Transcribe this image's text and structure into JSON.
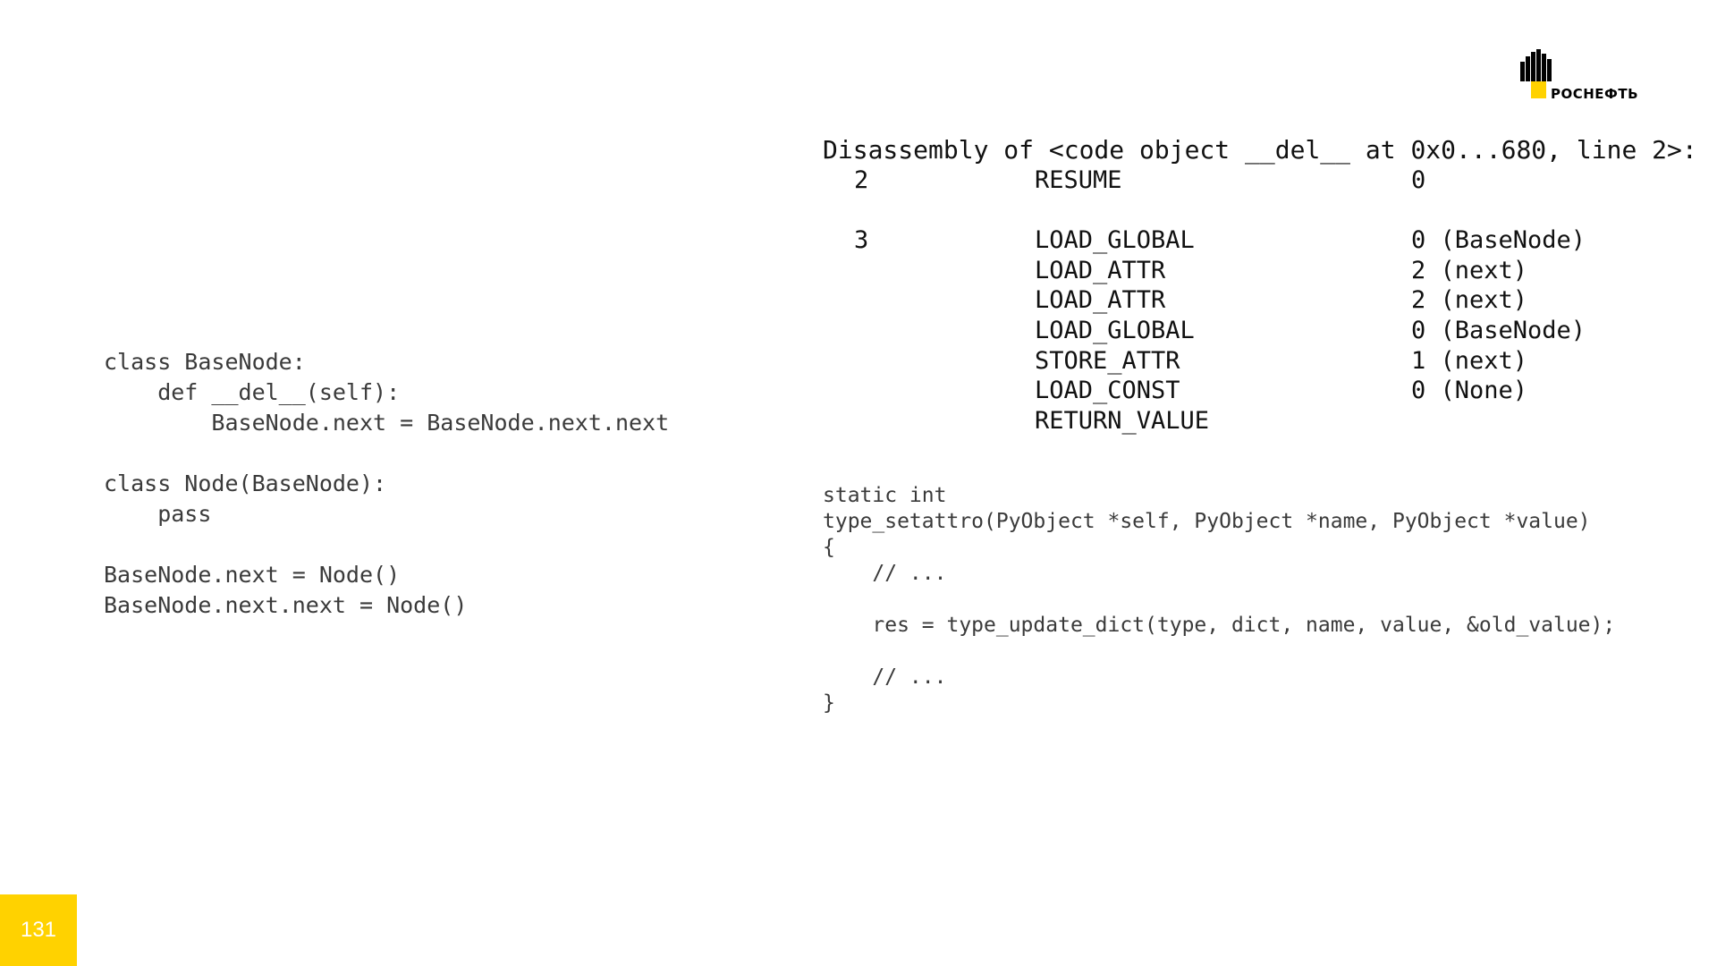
{
  "logo": {
    "text": "РОСНЕФТЬ",
    "colors": {
      "black": "#000000",
      "yellow": "#ffd200"
    }
  },
  "python_code": "class BaseNode:\n    def __del__(self):\n        BaseNode.next = BaseNode.next.next\n\nclass Node(BaseNode):\n    pass\n\nBaseNode.next = Node()\nBaseNode.next.next = Node()",
  "disassembly": {
    "header": "Disassembly of <code object __del__ at 0x0...680, line 2>:",
    "rows": [
      {
        "line": "2",
        "op": "RESUME",
        "arg": "0"
      },
      {
        "line": "3",
        "op": "LOAD_GLOBAL",
        "arg": "0 (BaseNode)"
      },
      {
        "line": "",
        "op": "LOAD_ATTR",
        "arg": "2 (next)"
      },
      {
        "line": "",
        "op": "LOAD_ATTR",
        "arg": "2 (next)"
      },
      {
        "line": "",
        "op": "LOAD_GLOBAL",
        "arg": "0 (BaseNode)"
      },
      {
        "line": "",
        "op": "STORE_ATTR",
        "arg": "1 (next)"
      },
      {
        "line": "",
        "op": "LOAD_CONST",
        "arg": "0 (None)"
      },
      {
        "line": "",
        "op": "RETURN_VALUE",
        "arg": ""
      }
    ]
  },
  "c_code": "static int\ntype_setattro(PyObject *self, PyObject *name, PyObject *value)\n{\n    // ...\n\n    res = type_update_dict(type, dict, name, value, &old_value);\n\n    // ...\n}",
  "page_number": "131",
  "accent_color": "#ffd200"
}
